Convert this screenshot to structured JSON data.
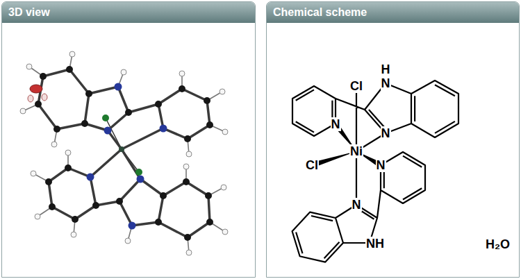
{
  "diagram": {
    "nodes": [
      {
        "text": [
          "3D view"
        ]
      },
      {
        "text": [
          "Chemical scheme"
        ]
      }
    ],
    "labels": [
      "H",
      "N",
      "Cl",
      "N",
      "N",
      "Ni",
      "Cl",
      "N",
      "N",
      "NH",
      "H₂O"
    ]
  }
}
